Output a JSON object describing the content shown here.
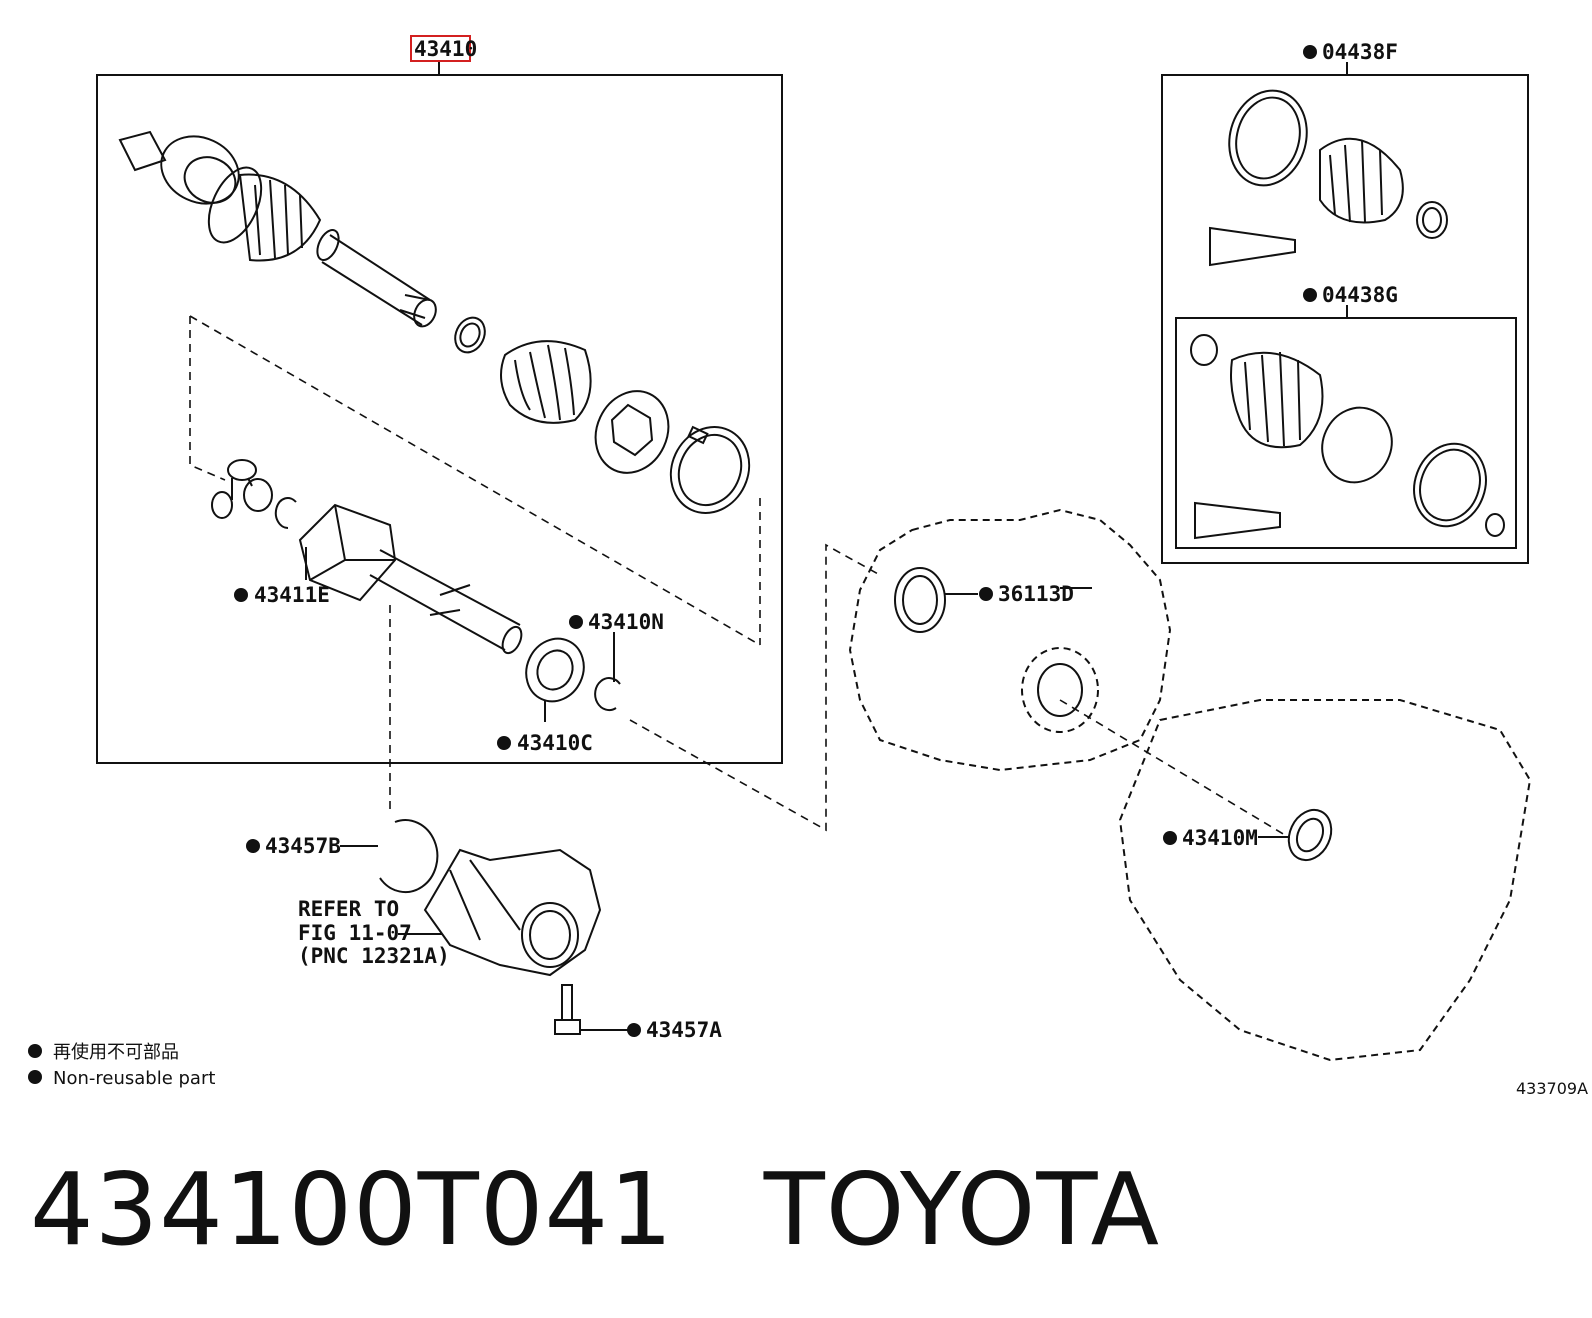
{
  "diagram": {
    "main_assembly_label": "43410",
    "parts": {
      "p04438F": "04438F",
      "p04438G": "04438G",
      "p43411E": "43411E",
      "p43410N": "43410N",
      "p43410C": "43410C",
      "p36113D": "36113D",
      "p43410M": "43410M",
      "p43457B": "43457B",
      "p43457A": "43457A"
    },
    "refer": {
      "line1": "REFER TO",
      "line2": "FIG 11-07",
      "line3": "(PNC 12321A)"
    },
    "legend": {
      "japanese": "再使用不可部品",
      "english": "Non-reusable part"
    },
    "figure_number": "433709A",
    "highlight_color": "#d32020"
  },
  "footer": {
    "part_number": "434100T041",
    "brand": "TOYOTA"
  }
}
